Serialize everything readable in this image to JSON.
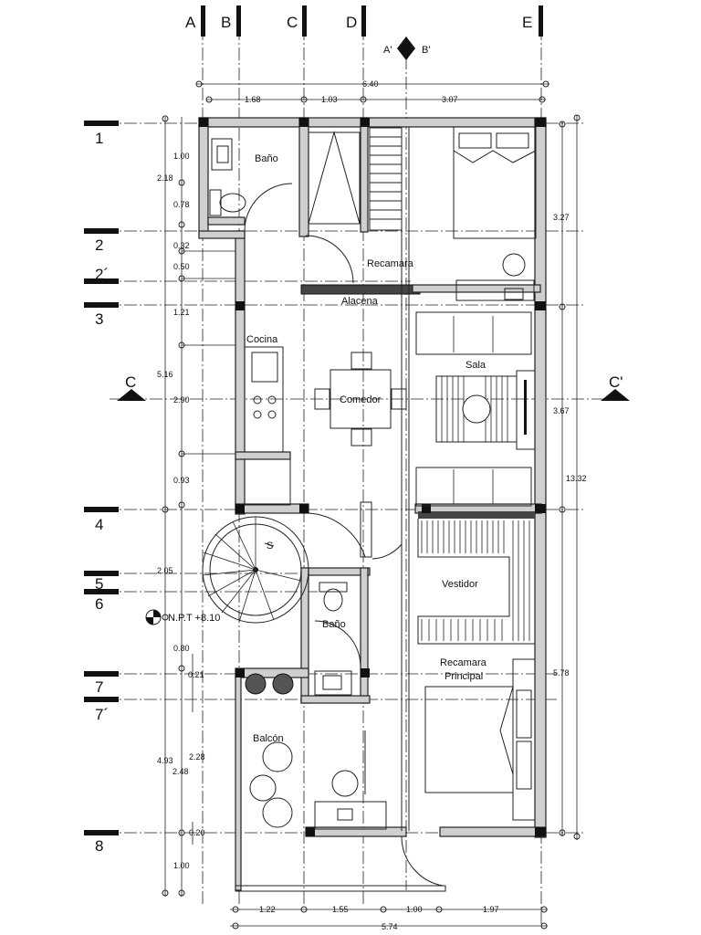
{
  "axes_letters": [
    "A",
    "B",
    "C",
    "D",
    "E"
  ],
  "axes_numbers": [
    "1",
    "2",
    "2´",
    "3",
    "4",
    "5",
    "6",
    "7",
    "7´",
    "8"
  ],
  "section_marks": {
    "a": "A'",
    "b": "B'",
    "c_left": "C",
    "c_right": "C'"
  },
  "rooms": {
    "bath1": "Baño",
    "recamara": "Recamara",
    "alacena": "Alacena",
    "cocina": "Cocina",
    "comedor": "Comedor",
    "sala": "Sala",
    "vestidor": "Vestidor",
    "bath2": "Baño",
    "balcon": "Balcón",
    "recamara_principal_1": "Recamara",
    "recamara_principal_2": "Principal"
  },
  "level": "N.P.T +8.10",
  "stair_mark": "S",
  "dims_top": {
    "total": "6.40",
    "d1": "1.68",
    "d2": "1.03",
    "d3": "3.07"
  },
  "dims_bottom": {
    "total": "5.74",
    "d1": "1.22",
    "d2": "1.55",
    "d3": "1.00",
    "d4": "1.97"
  },
  "dims_right": {
    "total": "13.32",
    "d1": "3.27",
    "d2": "3.67",
    "d3": "5.78"
  },
  "dims_left": {
    "a": "1.00",
    "b": "2.18",
    "c": "0.78",
    "d": "0.32",
    "e": "0.50",
    "f": "1.21",
    "g": "5.16",
    "h": "2.90",
    "i": "0.93",
    "j": "2.05",
    "k": "0.80",
    "l": "0.21",
    "m": "4.93",
    "n": "2.28",
    "o": "2.48",
    "p": "0.20",
    "q": "1.00"
  }
}
